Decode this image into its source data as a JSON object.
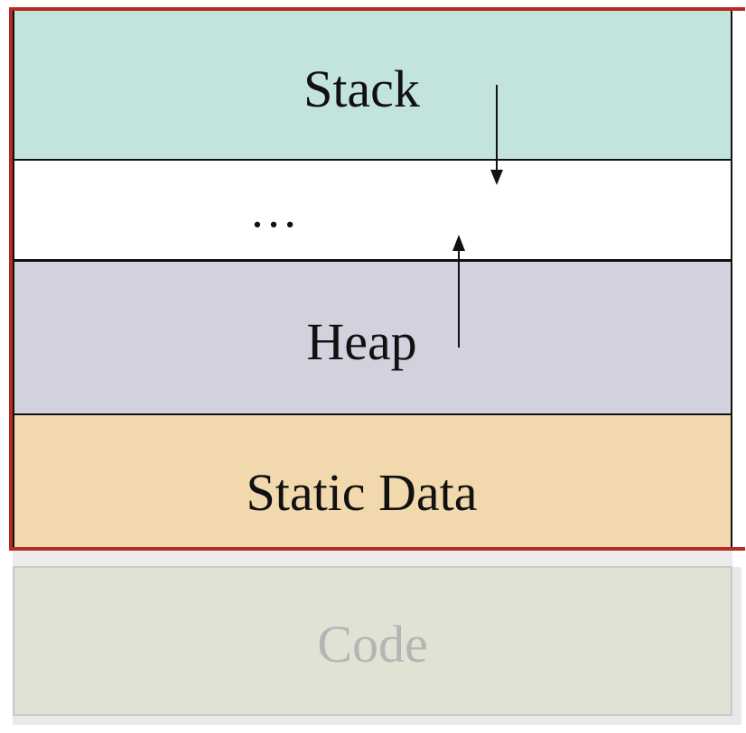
{
  "diagram": {
    "regions": {
      "stack": {
        "label": "Stack",
        "color": "#c3e4dd"
      },
      "gap": {
        "label": "…",
        "color": "#ffffff"
      },
      "heap": {
        "label": "Heap",
        "color": "#d2d1de"
      },
      "static_data": {
        "label": "Static Data",
        "color": "#f2d9ad"
      },
      "code": {
        "label": "Code",
        "color": "#dfe3d4"
      }
    },
    "highlight_color": "#b52a22",
    "arrows": {
      "stack": {
        "direction": "down"
      },
      "heap": {
        "direction": "up"
      }
    }
  }
}
